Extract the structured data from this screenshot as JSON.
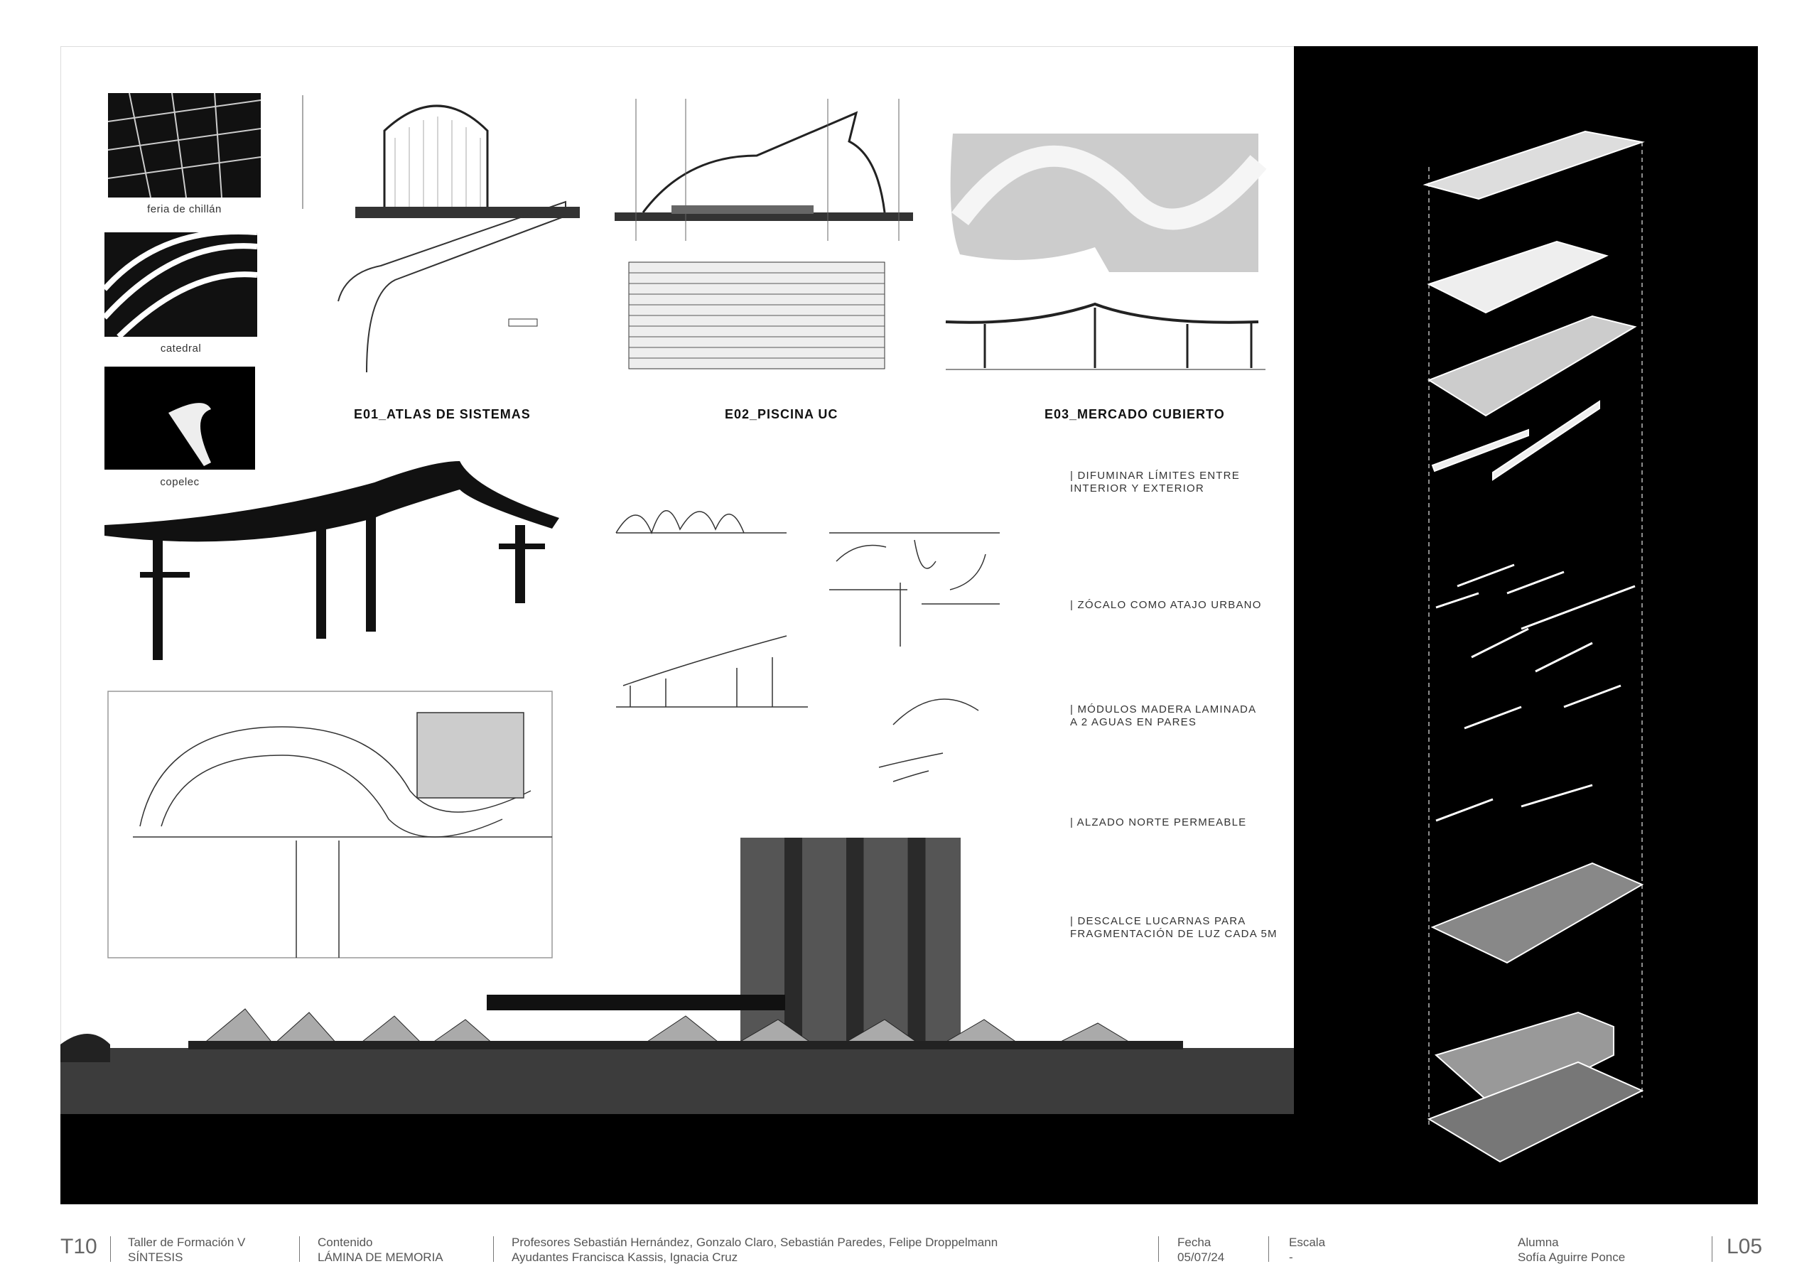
{
  "references": [
    {
      "caption": "feria de chillán"
    },
    {
      "caption": "catedral"
    },
    {
      "caption": "copelec"
    }
  ],
  "case_studies": [
    {
      "title": "E01_ATLAS DE SISTEMAS"
    },
    {
      "title": "E02_PISCINA UC"
    },
    {
      "title": "E03_MERCADO CUBIERTO"
    }
  ],
  "statements": [
    "| DIFUMINAR LÍMITES ENTRE\nINTERIOR Y EXTERIOR",
    "| ZÓCALO COMO ATAJO URBANO",
    "| MÓDULOS MADERA LAMINADA\nA 2 AGUAS EN PARES",
    "| ALZADO NORTE PERMEABLE",
    "| DESCALCE LUCARNAS PARA\nFRAGMENTACIÓN DE LUZ CADA 5M"
  ],
  "footer": {
    "code": "T10",
    "course": "Taller de Formación V",
    "course_sub": "SÍNTESIS",
    "content_label": "Contenido",
    "content_value": "LÁMINA DE MEMORIA",
    "professors": "Profesores Sebastián Hernández, Gonzalo Claro, Sebastián Paredes, Felipe Droppelmann",
    "assistants": "Ayudantes Francisca Kassis, Ignacia Cruz",
    "date_label": "Fecha",
    "date_value": "05/07/24",
    "scale_label": "Escala",
    "scale_value": "-",
    "student_label": "Alumna",
    "student_value": "Sofía Aguirre Ponce",
    "sheet": "L05"
  }
}
